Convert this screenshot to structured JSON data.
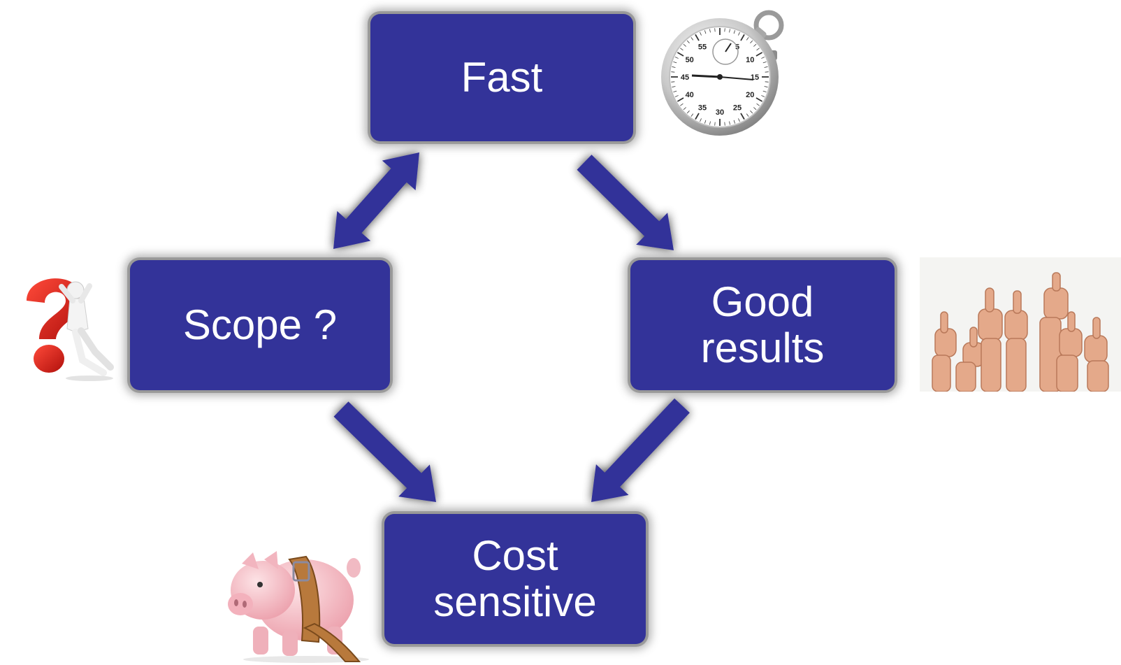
{
  "nodes": {
    "fast": {
      "line1": "Fast"
    },
    "scope": {
      "line1": "Scope ?"
    },
    "good": {
      "line1": "Good",
      "line2": "results"
    },
    "cost": {
      "line1": "Cost",
      "line2": "sensitive"
    }
  },
  "stopwatch_numbers": [
    "45",
    "50",
    "55",
    "5",
    "10",
    "15",
    "20",
    "25",
    "30",
    "35",
    "40"
  ],
  "colors": {
    "box_fill": "#333399",
    "box_text": "#ffffff",
    "arrow_fill": "#333399",
    "glow": "#7a7a7a"
  },
  "icons": {
    "fast": "stopwatch-icon",
    "scope": "question-mark-figure-icon",
    "good": "thumbs-up-hands-icon",
    "cost": "piggy-bank-belt-icon"
  },
  "edges": [
    {
      "from": "fast",
      "to": "scope",
      "direction": "both"
    },
    {
      "from": "fast",
      "to": "good",
      "direction": "to"
    },
    {
      "from": "scope",
      "to": "cost",
      "direction": "to"
    },
    {
      "from": "good",
      "to": "cost",
      "direction": "to"
    }
  ]
}
